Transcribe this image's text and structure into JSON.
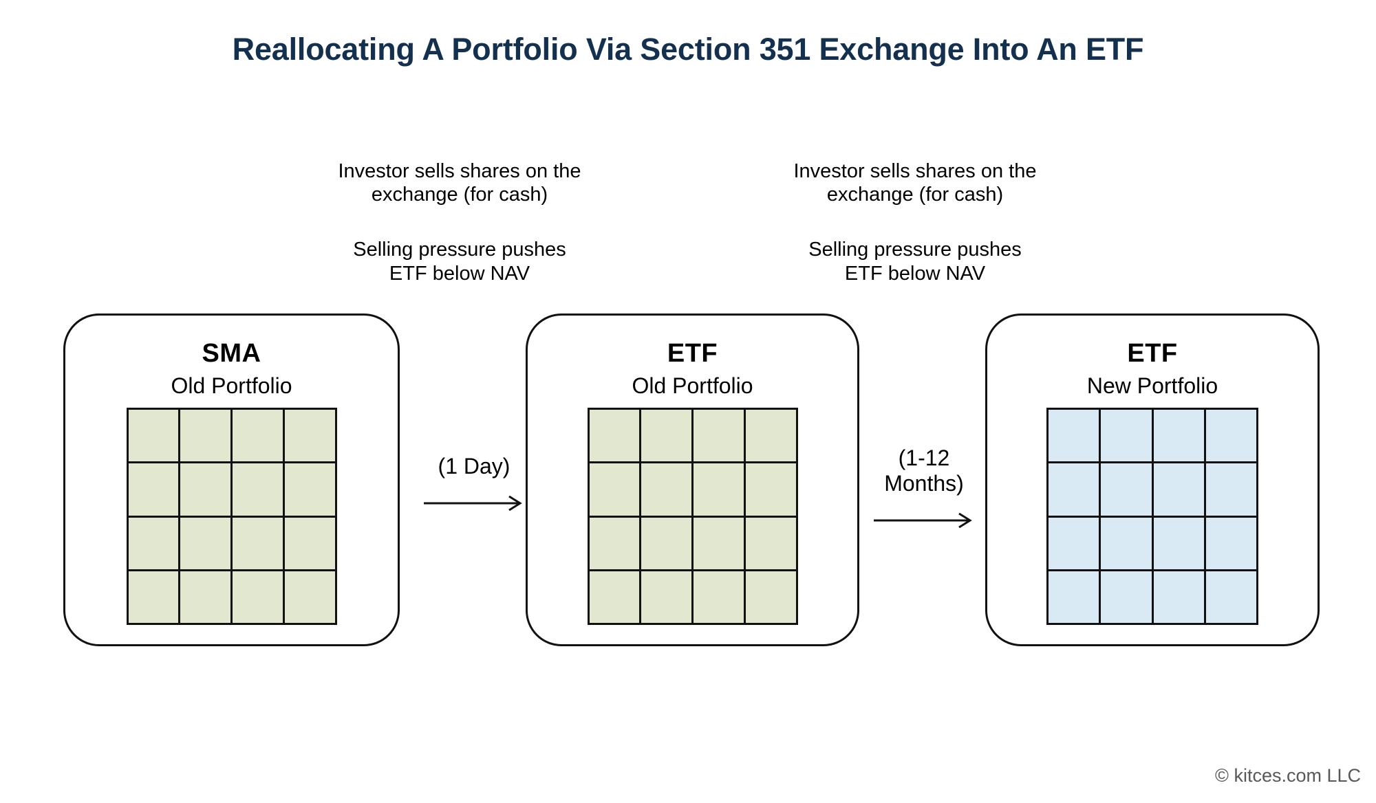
{
  "page": {
    "title": "Reallocating A Portfolio Via Section 351 Exchange Into An ETF",
    "title_color": "#14304f",
    "background_color": "#ffffff",
    "footer_credit": "© kitces.com LLC"
  },
  "annotations": [
    {
      "id": "annotation-col-a",
      "line1": "Investor sells shares on the",
      "line2": "exchange (for cash)",
      "line3": "Selling pressure pushes",
      "line4": "ETF below NAV"
    },
    {
      "id": "annotation-col-b",
      "line1": "Investor sells shares on the",
      "line2": "exchange (for cash)",
      "line3": "Selling pressure pushes",
      "line4": "ETF below NAV"
    }
  ],
  "stages": [
    {
      "id": "stage-sma-old-portfolio",
      "title": "SMA",
      "subtitle": "Old Portfolio",
      "grid": {
        "rows": 4,
        "cols": 4,
        "cell_count": 16,
        "fill_color": "#e2e7d0",
        "border_color": "#111111"
      }
    },
    {
      "id": "stage-etf-old-portfolio",
      "title": "ETF",
      "subtitle": "Old Portfolio",
      "grid": {
        "rows": 4,
        "cols": 4,
        "cell_count": 16,
        "fill_color": "#e2e7d0",
        "border_color": "#111111"
      }
    },
    {
      "id": "stage-etf-new-portfolio",
      "title": "ETF",
      "subtitle": "New Portfolio",
      "grid": {
        "rows": 4,
        "cols": 4,
        "cell_count": 16,
        "fill_color": "#daeaf5",
        "border_color": "#111111"
      }
    }
  ],
  "arrows": [
    {
      "id": "arrow-sma-to-etf",
      "label": "(1 Day)"
    },
    {
      "id": "arrow-etf-to-etf",
      "label": "(1-12\nMonths)"
    }
  ]
}
